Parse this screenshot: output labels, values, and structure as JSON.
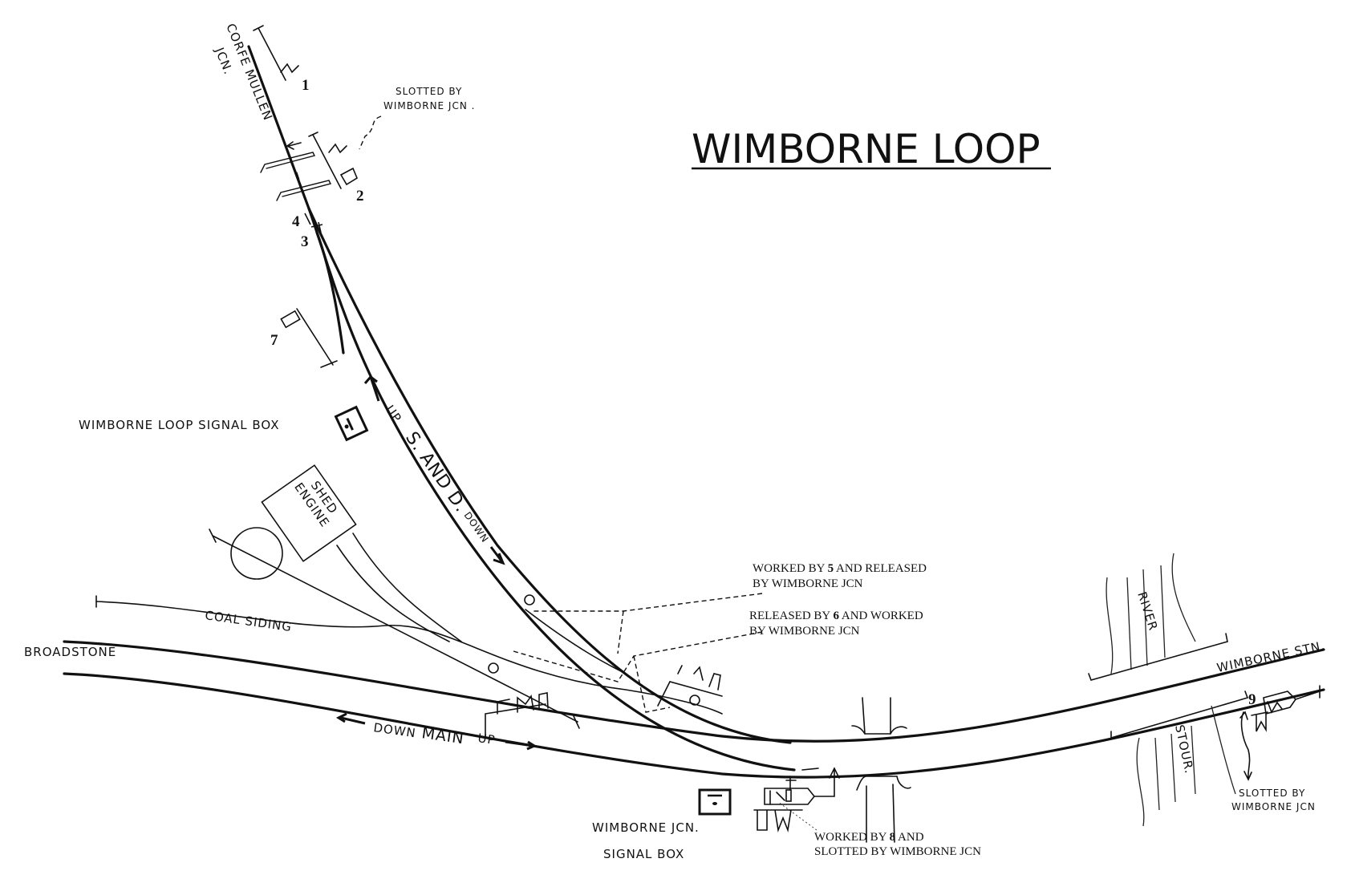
{
  "title": "WIMBORNE LOOP",
  "places": {
    "corfe_mullen": [
      "CORFE MULLEN",
      "JCN."
    ],
    "broadstone": "BROADSTONE",
    "wimborne_stn": "WIMBORNE STN.",
    "loop_box": "WIMBORNE LOOP SIGNAL BOX",
    "jcn_box": [
      "WIMBORNE JCN.",
      "SIGNAL BOX"
    ],
    "engine_shed": [
      "ENGINE",
      "SHED"
    ],
    "coal_siding": "COAL SIDING",
    "river": [
      "RIVER",
      "STOUR."
    ]
  },
  "lines": {
    "sd": {
      "up": "UP",
      "name": "S. AND D.",
      "down": "DOWN"
    },
    "main": {
      "down": "DOWN",
      "name": "MAIN",
      "up": "UP"
    }
  },
  "signals": [
    "1",
    "2",
    "3",
    "4",
    "7",
    "9"
  ],
  "notes": {
    "slotted_top": [
      "SLOTTED BY",
      "WIMBORNE JCN ."
    ],
    "slotted_right": [
      "SLOTTED BY",
      "WIMBORNE JCN"
    ],
    "n5": {
      "pre": "WORKED BY ",
      "num": "5",
      "post": " AND RELEASED",
      "line2": "BY WIMBORNE JCN"
    },
    "n6": {
      "pre": "RELEASED BY ",
      "num": "6",
      "post": " AND WORKED",
      "line2": "BY WIMBORNE JCN"
    },
    "n8": {
      "pre": "WORKED BY ",
      "num": "8",
      "post": " AND",
      "line2": "SLOTTED BY WIMBORNE JCN"
    }
  }
}
